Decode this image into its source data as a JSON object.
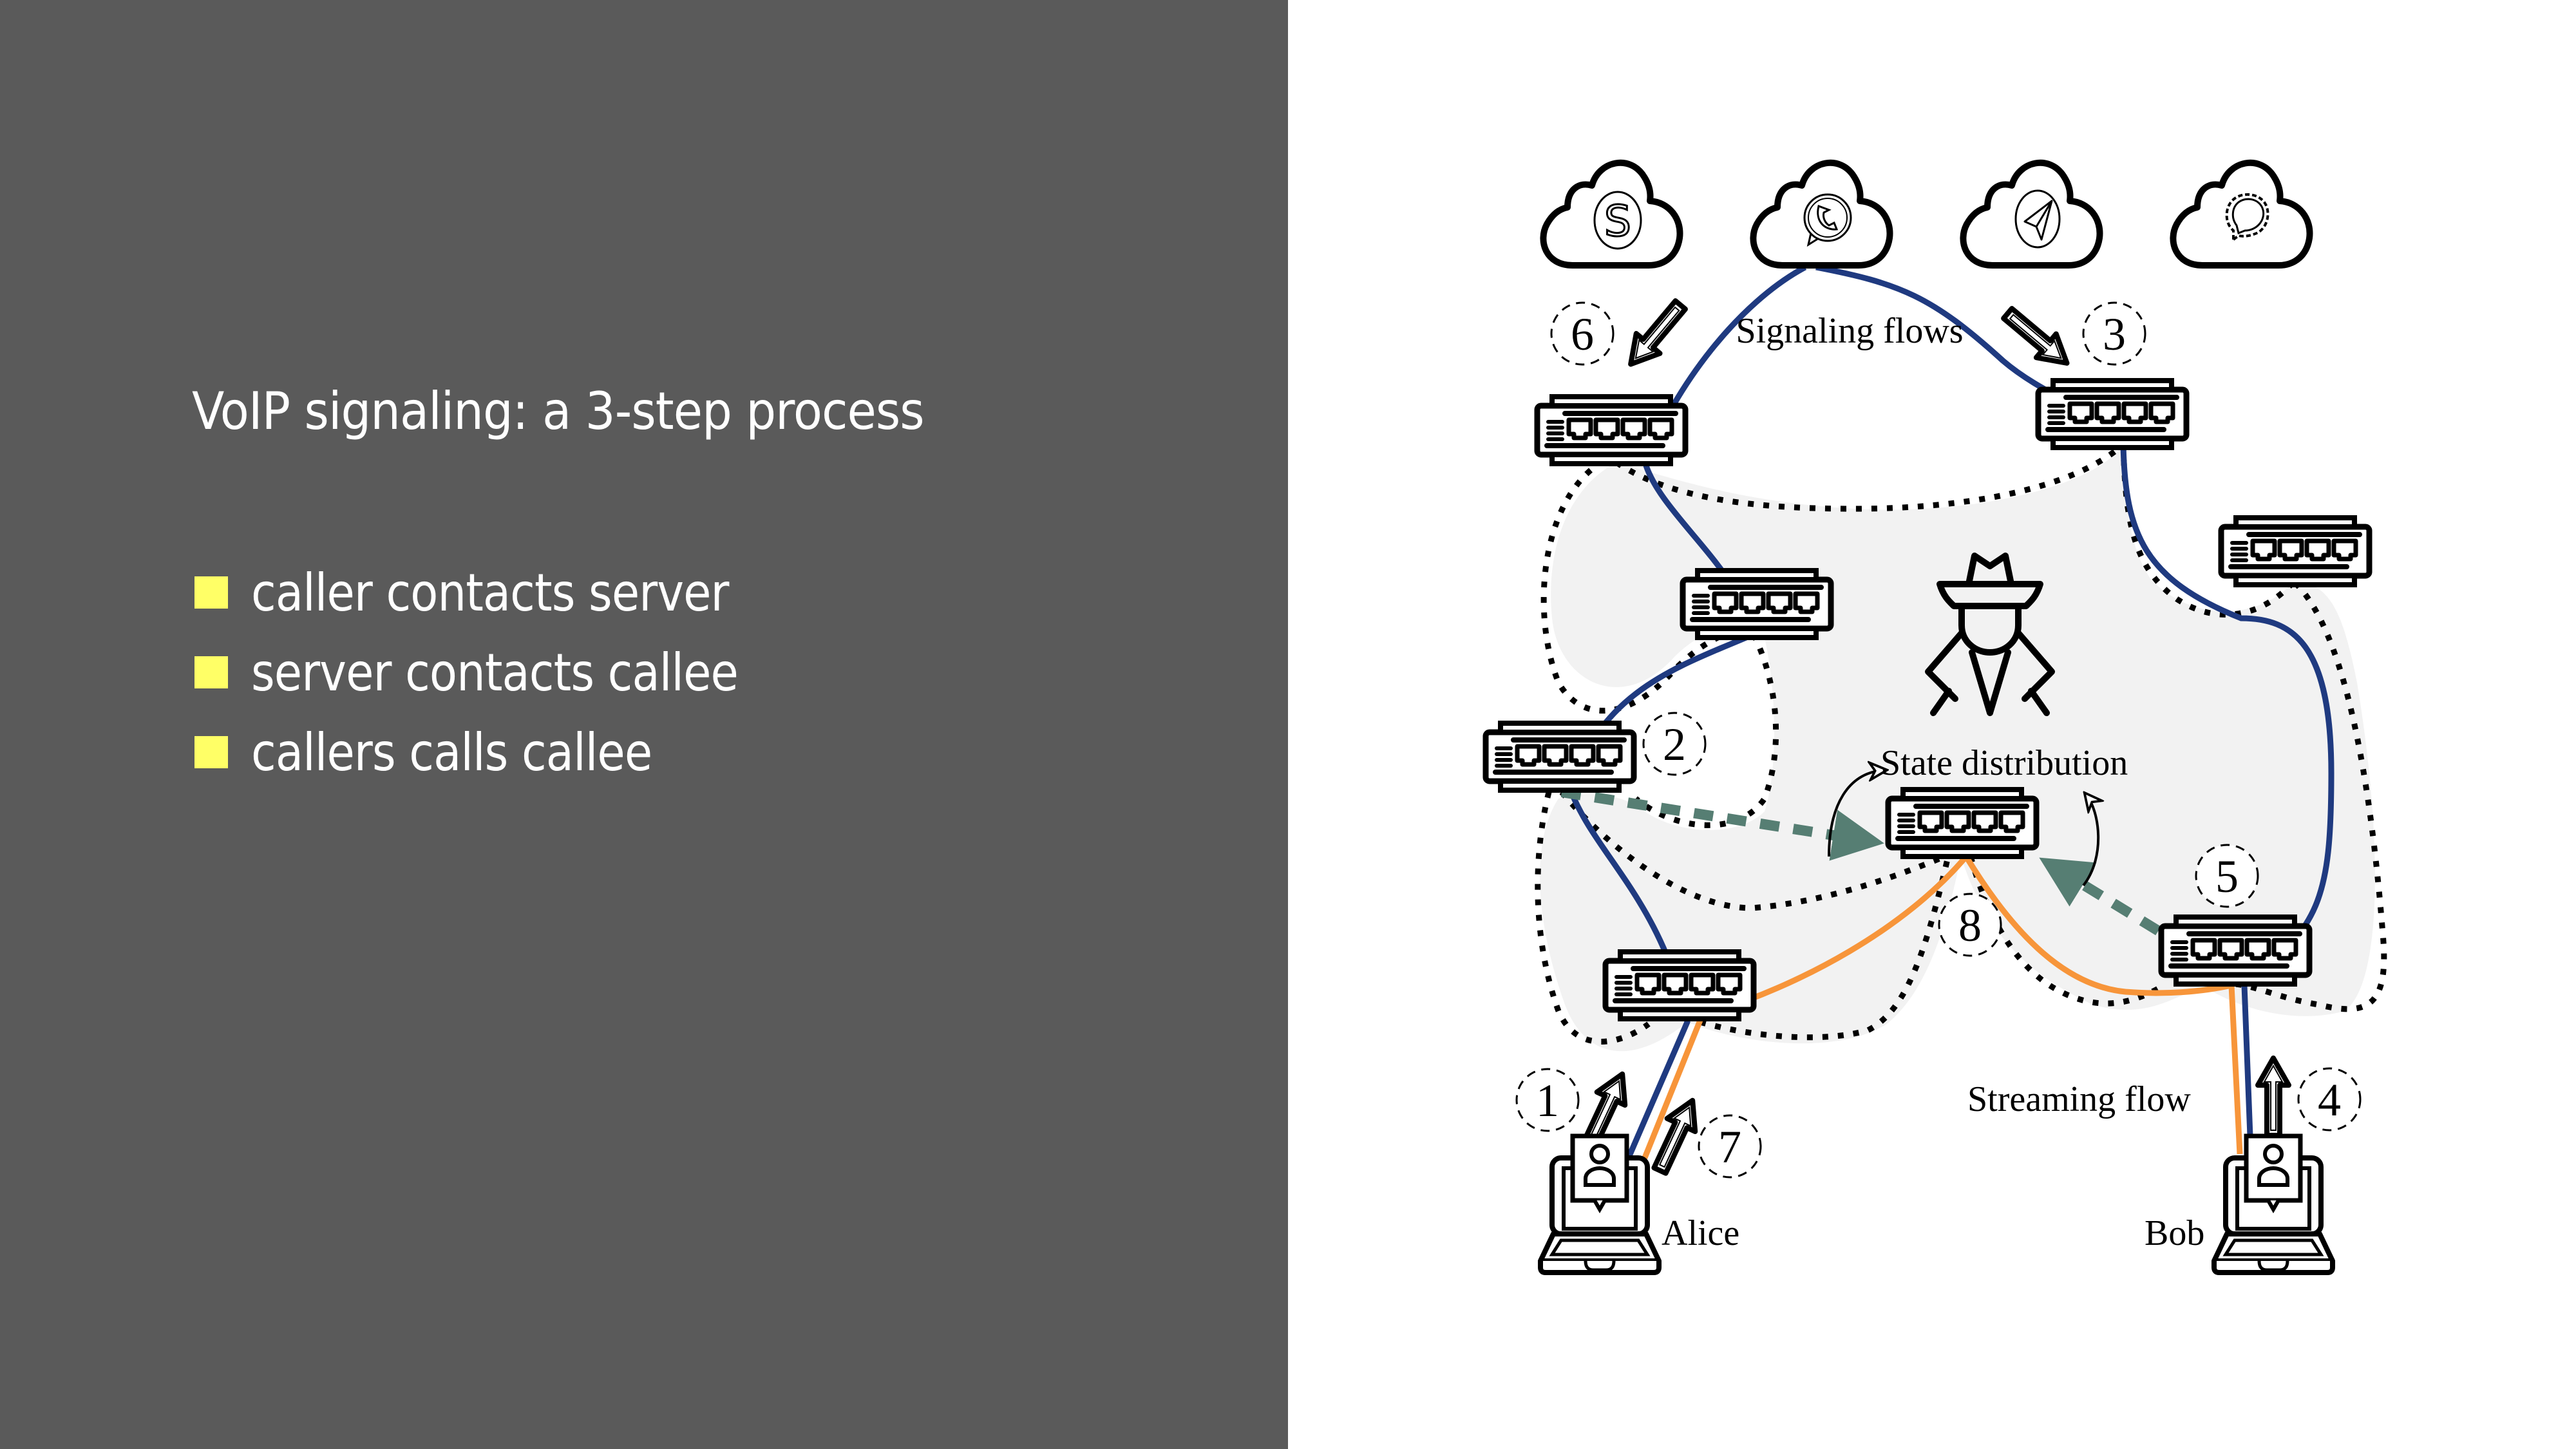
{
  "slide": {
    "title": "VoIP signaling: a 3-step process",
    "bullets": [
      {
        "text": "caller contacts server"
      },
      {
        "text": "server contacts callee"
      },
      {
        "text": "callers calls callee"
      }
    ],
    "bullet_color": "#ffff66",
    "panel_color": "#5a5a5a"
  },
  "diagram": {
    "clouds": [
      {
        "service": "skype",
        "icon": "skype-icon"
      },
      {
        "service": "whatsapp",
        "icon": "whatsapp-icon"
      },
      {
        "service": "telegram",
        "icon": "telegram-icon"
      },
      {
        "service": "signal",
        "icon": "signal-icon"
      }
    ],
    "labels": {
      "signaling": "Signaling flows",
      "state": "State distribution",
      "streaming": "Streaming flow",
      "alice": "Alice",
      "bob": "Bob"
    },
    "steps": [
      "1",
      "2",
      "3",
      "4",
      "5",
      "6",
      "7",
      "8"
    ],
    "colors": {
      "signaling_flow": "#1f3a80",
      "streaming_flow": "#f7953a",
      "state_flow": "#567e73",
      "network_region": "#f2f2f2"
    },
    "switch_count": 8,
    "adversary_icon": "spy-icon"
  }
}
